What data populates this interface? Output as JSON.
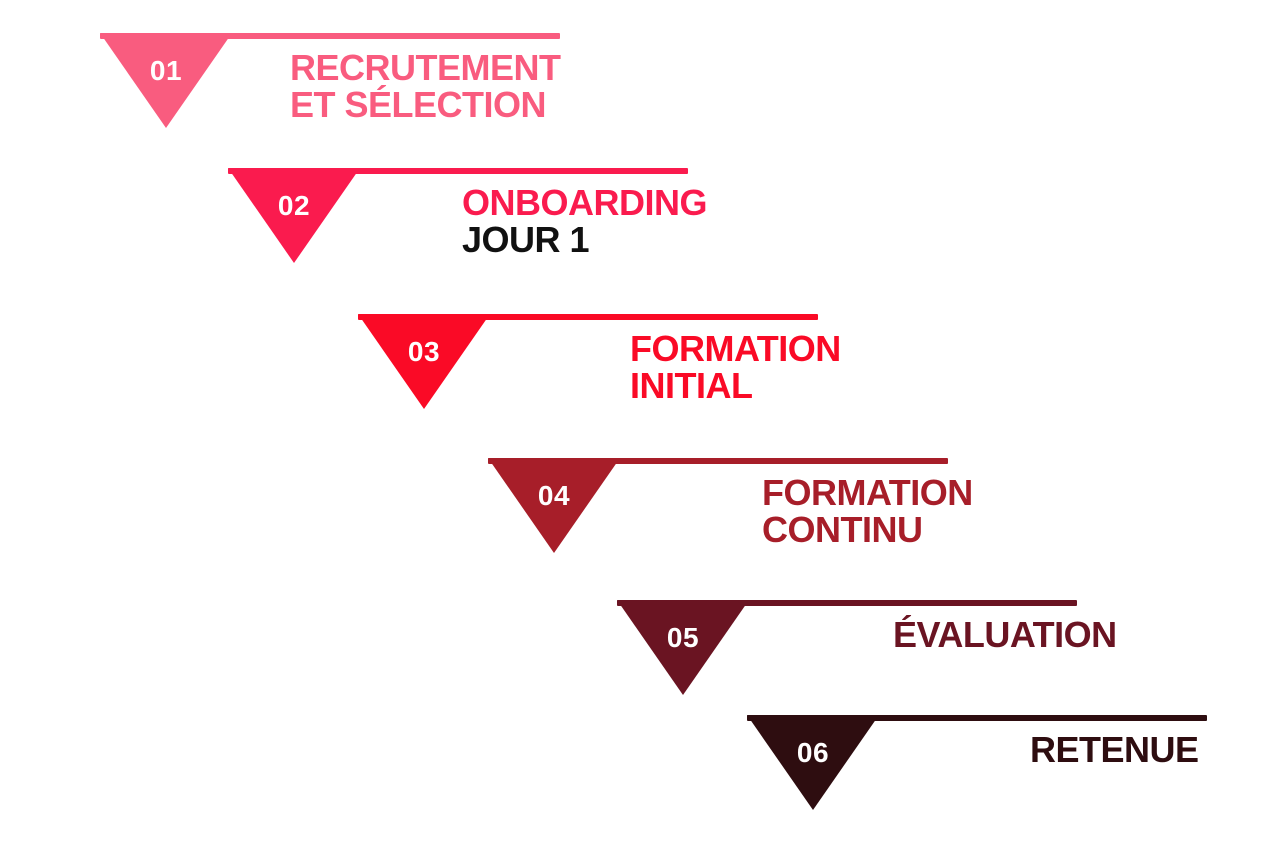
{
  "canvas": {
    "background": "#ffffff",
    "number_text_color": "#ffffff"
  },
  "steps": [
    {
      "number": "01",
      "color": "#F95C7F",
      "lines": [
        {
          "text": "RECRUTEMENT",
          "color": "#F95C7F"
        },
        {
          "text": "ET SÉLECTION",
          "color": "#F95C7F"
        }
      ]
    },
    {
      "number": "02",
      "color": "#FA1B4E",
      "lines": [
        {
          "text": "ONBOARDING",
          "color": "#FA1B4E"
        },
        {
          "text": "JOUR 1",
          "color": "#111111"
        }
      ]
    },
    {
      "number": "03",
      "color": "#FA0A26",
      "lines": [
        {
          "text": "FORMATION",
          "color": "#FA0A26"
        },
        {
          "text": "INITIAL",
          "color": "#FA0A26"
        }
      ]
    },
    {
      "number": "04",
      "color": "#A71E29",
      "lines": [
        {
          "text": "FORMATION",
          "color": "#A71E29"
        },
        {
          "text": "CONTINU",
          "color": "#A71E29"
        }
      ]
    },
    {
      "number": "05",
      "color": "#6A1422",
      "lines": [
        {
          "text": "ÉVALUATION",
          "color": "#6A1422"
        }
      ]
    },
    {
      "number": "06",
      "color": "#2E0D10",
      "lines": [
        {
          "text": "RETENUE",
          "color": "#2E0D10"
        }
      ]
    }
  ]
}
